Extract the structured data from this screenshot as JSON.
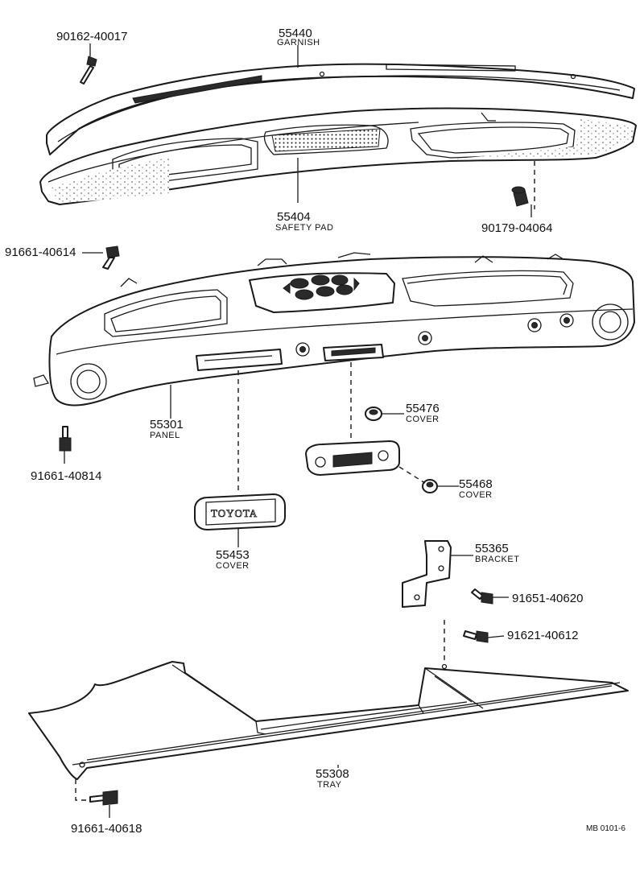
{
  "diagram": {
    "parts": [
      {
        "id": "garnish",
        "number": "55440",
        "name": "GARNISH"
      },
      {
        "id": "safety_pad",
        "number": "55404",
        "name": "SAFETY PAD"
      },
      {
        "id": "panel",
        "number": "55301",
        "name": "PANEL"
      },
      {
        "id": "cover_55476",
        "number": "55476",
        "name": "COVER"
      },
      {
        "id": "cover_55468",
        "number": "55468",
        "name": "COVER"
      },
      {
        "id": "cover_55453",
        "number": "55453",
        "name": "COVER"
      },
      {
        "id": "bracket",
        "number": "55365",
        "name": "BRACKET"
      },
      {
        "id": "tray",
        "number": "55308",
        "name": "TRAY"
      }
    ],
    "fasteners": [
      {
        "id": "screw_top",
        "number": "90162-40017"
      },
      {
        "id": "clip_pad",
        "number": "90179-04064"
      },
      {
        "id": "bolt_left_top",
        "number": "91661-40614"
      },
      {
        "id": "bolt_left_mid",
        "number": "91661-40814"
      },
      {
        "id": "bolt_bracket",
        "number": "91651-40620"
      },
      {
        "id": "bolt_tray_right",
        "number": "91621-40612"
      },
      {
        "id": "bolt_tray_left",
        "number": "91661-40618"
      }
    ],
    "emblem_text": "TOYOTA",
    "drawing_code": "MB 0101-6"
  }
}
